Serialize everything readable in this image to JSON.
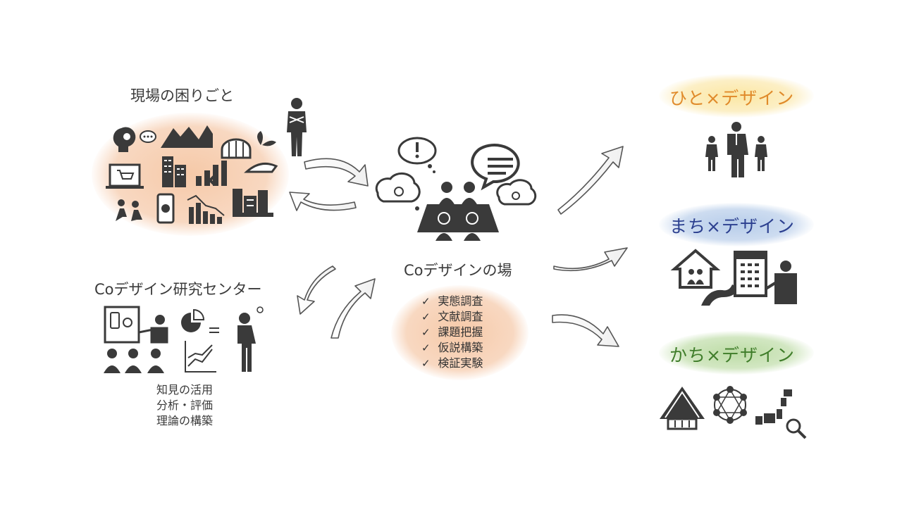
{
  "left_top": {
    "title": "現場の困りごと"
  },
  "left_bottom": {
    "title": "Coデザイン研究センター",
    "lines": [
      "知見の活用",
      "分析・評価",
      "理論の構築"
    ]
  },
  "center": {
    "title": "Coデザインの場",
    "checklist": [
      "実態調査",
      "文献調査",
      "課題把握",
      "仮説構築",
      "検証実験"
    ]
  },
  "right": {
    "hito": "ひと×デザイン",
    "machi": "まち×デザイン",
    "kachi": "かち×デザイン"
  },
  "colors": {
    "orange_glow": "#f6c9a8",
    "blue_glow": "#b7cdea",
    "green_glow": "#bddca6",
    "yellow_glow": "#fbe7a3",
    "hito_text": "#e08a2a",
    "machi_text": "#2b3f8f",
    "kachi_text": "#3f7d2a",
    "icon": "#3a3a3a"
  }
}
